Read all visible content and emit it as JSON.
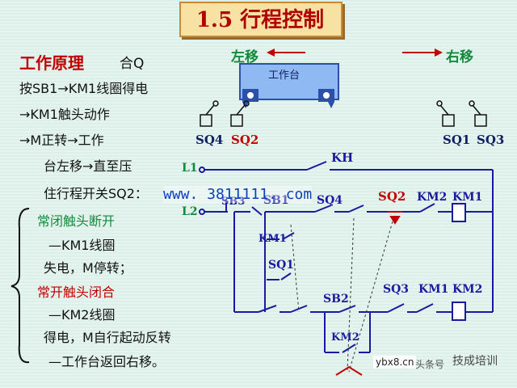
{
  "title": "1.5 行程控制",
  "direction": {
    "left": "左移",
    "right": "右移",
    "table": "工作台"
  },
  "principle": {
    "heading": "工作原理",
    "close_q": "合Q",
    "lines": [
      "按SB1→KM1线圈得电",
      "→KM1触头动作",
      "→M正转→工作",
      "台左移→直至压",
      "住行程开关SQ2："
    ],
    "nc_heading": "常闭触头断开",
    "nc_lines": [
      "—KM1线圈",
      "失电，M停转；"
    ],
    "no_heading": "常开触头闭合",
    "no_lines": [
      "—KM2线圈",
      "得电，M自行起动反转",
      "—工作台返回右移。"
    ]
  },
  "switches": {
    "sq4": "SQ4",
    "sq2": "SQ2",
    "sq1": "SQ1",
    "sq3": "SQ3"
  },
  "circuit": {
    "L1": "L1",
    "L2": "L2",
    "KH": "KH",
    "SB3": "SB3",
    "SB1": "SB1",
    "SQ4": "SQ4",
    "SQ2": "SQ2",
    "KM2_top": "KM2",
    "KM1_coil": "KM1",
    "KM1_aux": "KM1",
    "SQ1": "SQ1",
    "SB2": "SB2",
    "SQ3": "SQ3",
    "KM1_bot": "KM1",
    "KM2_coil": "KM2",
    "KM2_aux": "KM2"
  },
  "watermarks": {
    "url": "www. 3811111. com",
    "site": "ybx8.cn",
    "brand": "技成培训",
    "logo": "头条号"
  },
  "colors": {
    "title": "#b00000",
    "wire": "#1a1aa0",
    "green": "#138a3c",
    "red": "#c00000"
  }
}
